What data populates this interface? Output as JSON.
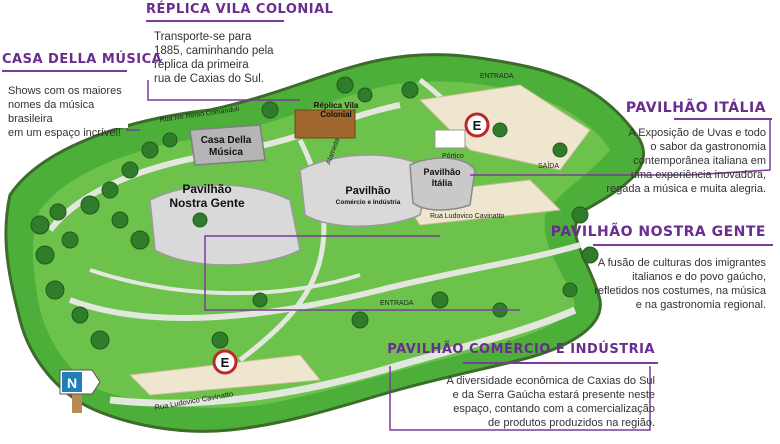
{
  "colors": {
    "grass": "#4caf3a",
    "grass_light": "#6cc24a",
    "road": "#e3e8df",
    "border": "#3d6b2a",
    "callout": "#6a2c8f",
    "pavilion": "#d9d9d9"
  },
  "callouts": {
    "replica": {
      "title": "Réplica Vila Colonial",
      "lines": [
        "Transporte-se para",
        "1885, caminhando pela",
        "réplica da primeira",
        "rua de Caxias do Sul."
      ]
    },
    "casa": {
      "title": "Casa Della Música",
      "lines": [
        "Shows com os maiores",
        "nomes da música brasileira",
        "em um espaço incrível!"
      ]
    },
    "italia": {
      "title": "Pavilhão Itália",
      "lines": [
        "A Exposição de Uvas e todo",
        "o sabor da gastronomia",
        "contemporânea italiana em",
        "uma experiência inovadora,",
        "regada a música e muita alegria."
      ]
    },
    "nostra": {
      "title": "Pavilhão Nostra Gente",
      "lines": [
        "A fusão de culturas dos imigrantes",
        "italianos e do povo gaúcho,",
        "refletidos nos costumes, na música",
        "e na gastronomia regional."
      ]
    },
    "comercio": {
      "title": "Pavilhão Comércio e Indústria",
      "lines": [
        "A diversidade econômica de Caxias do Sul",
        "e da Serra Gaúcha estará presente neste",
        "espaço, contando com a comercialização",
        "de produtos produzidos na região."
      ]
    }
  },
  "map_labels": {
    "entrada_top": "ENTRADA",
    "entrada_bottom": "ENTRADA",
    "saida": "SAÍDA",
    "portico": "Pórtico",
    "alameda": "Alameda",
    "street_top": "Rua Ivo Remo Comanduli",
    "street_mid": "Rua Ludovico Cavinatto",
    "street_bottom": "Rua Ludovico Cavinatto",
    "replica_label": [
      "Réplica Vila",
      "Colonial"
    ],
    "casa_label": [
      "Casa Della",
      "Música"
    ],
    "nostra_label": [
      "Pavilhão",
      "Nostra Gente"
    ],
    "comercio_label": [
      "Pavilhão",
      "Comércio e Indústria"
    ],
    "italia_label": [
      "Pavilhão",
      "Itália"
    ],
    "parking_letter": "E",
    "north_letter": "N"
  }
}
